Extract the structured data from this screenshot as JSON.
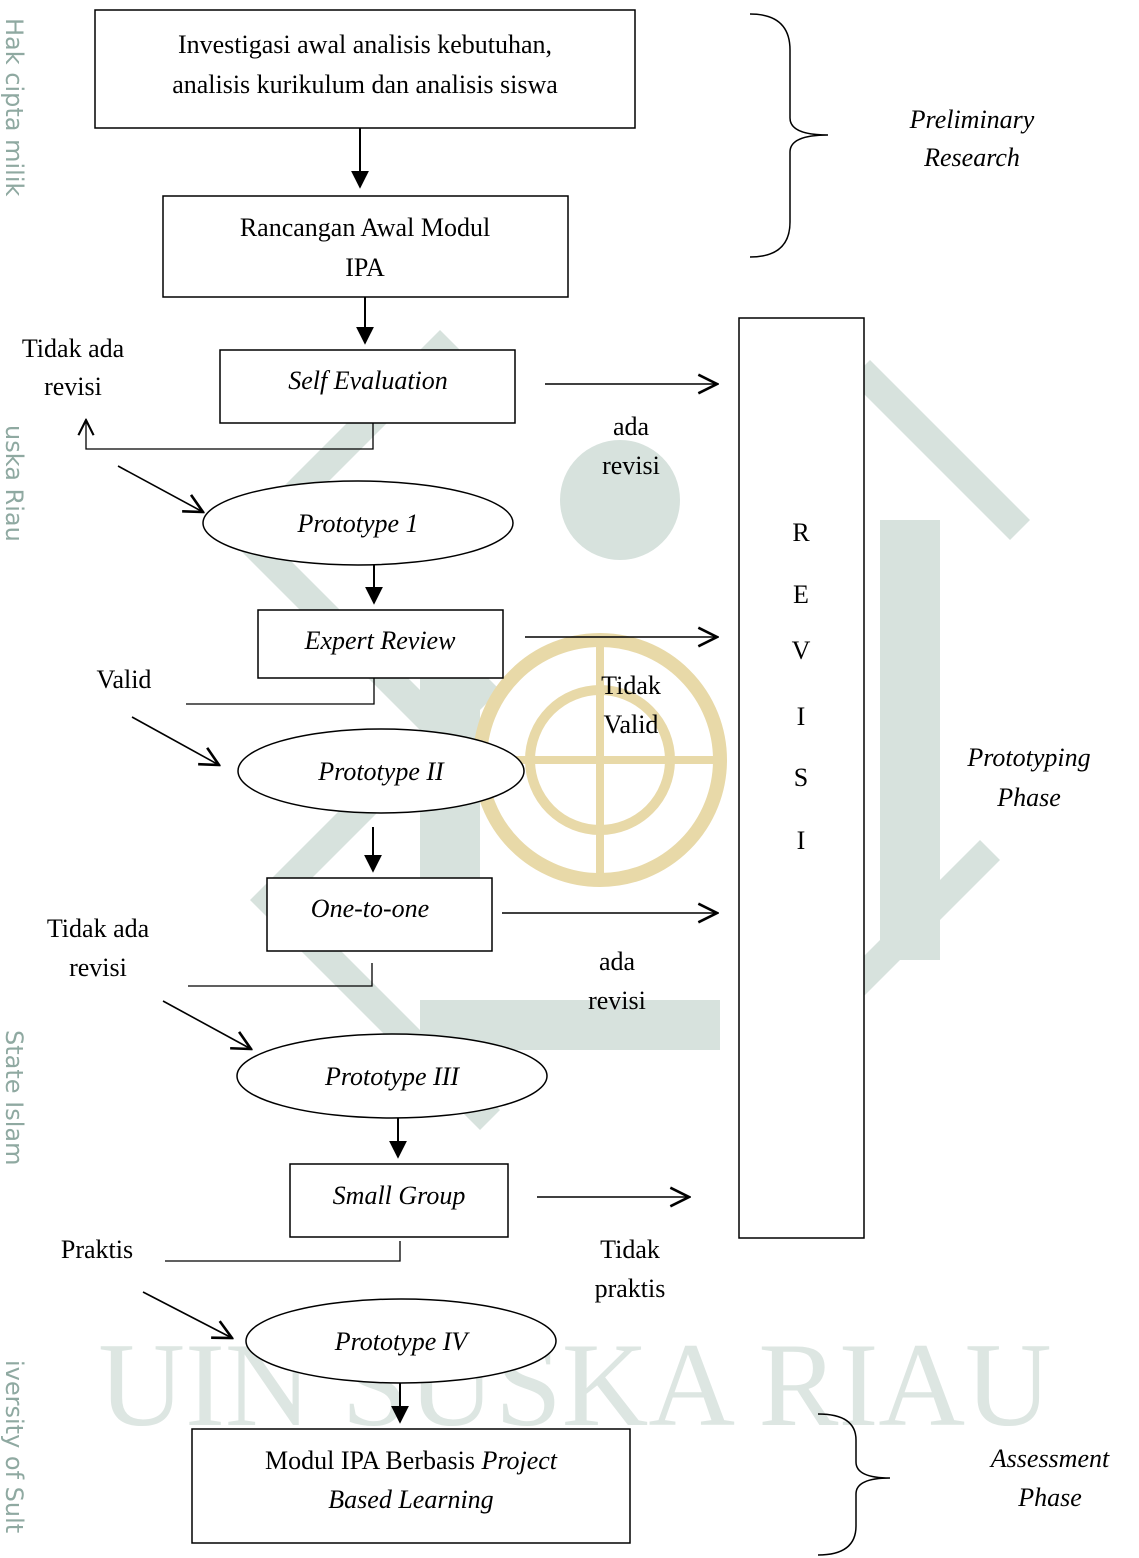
{
  "watermark": {
    "side_text": [
      "Hak cipta milik",
      "uska Riau",
      "State Islam",
      "iversity of Sult"
    ],
    "bottom_text": "UIN SUSKA RIAU",
    "colors": {
      "logo": "#d7e2dd",
      "gold": "#e8d9a8",
      "side": "#8fa9a1"
    }
  },
  "nodes": {
    "investigasi": [
      "Investigasi awal analisis kebutuhan,",
      "analisis kurikulum dan analisis siswa"
    ],
    "rancangan": [
      "Rancangan Awal Modul",
      "IPA"
    ],
    "self_eval": "Self Evaluation",
    "proto1": "Prototype 1",
    "expert": "Expert Review",
    "proto2": "Prototype II",
    "one2one": "One-to-one",
    "proto3": "Prototype III",
    "small": "Small Group",
    "proto4": "Prototype IV",
    "final_a": "Modul IPA Berbasis ",
    "final_b": "Project",
    "final_c": "Based Learning",
    "revisi": [
      "R",
      "E",
      "V",
      "I",
      "S",
      "I"
    ]
  },
  "labels": {
    "tidak_ada_revisi_1": [
      "Tidak ada",
      "revisi"
    ],
    "ada_revisi_1": [
      "ada",
      "revisi"
    ],
    "valid": "Valid",
    "tidak_valid": [
      "Tidak",
      "Valid"
    ],
    "tidak_ada_revisi_2": [
      "Tidak ada",
      "revisi"
    ],
    "ada_revisi_2": [
      "ada",
      "revisi"
    ],
    "praktis": "Praktis",
    "tidak_praktis": [
      "Tidak",
      "praktis"
    ]
  },
  "phases": {
    "preliminary": [
      "Preliminary",
      "Research"
    ],
    "prototyping": [
      "Prototyping",
      "Phase"
    ],
    "assessment": [
      "Assessment",
      "Phase"
    ]
  }
}
